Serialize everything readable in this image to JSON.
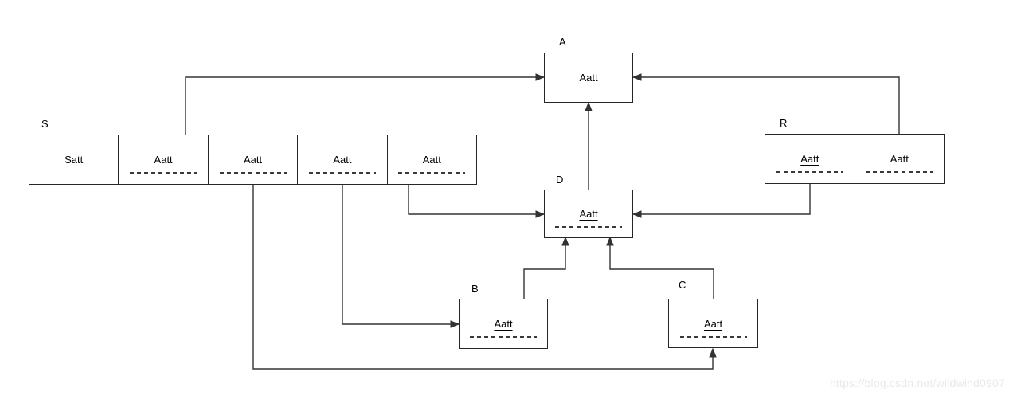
{
  "colors": {
    "stroke": "#333333",
    "box_border": "#262626",
    "text": "#000000",
    "watermark": "#e9e9ed"
  },
  "watermark": "https://blog.csdn.net/wildwind0907",
  "entities": {
    "S": {
      "label": "S",
      "cells": [
        {
          "text": "Satt",
          "underlined": false,
          "dashed": false
        },
        {
          "text": "Aatt",
          "underlined": false,
          "dashed": true
        },
        {
          "text": "Aatt",
          "underlined": true,
          "dashed": true
        },
        {
          "text": "Aatt",
          "underlined": true,
          "dashed": true
        },
        {
          "text": "Aatt",
          "underlined": true,
          "dashed": true
        }
      ]
    },
    "R": {
      "label": "R",
      "cells": [
        {
          "text": "Aatt",
          "underlined": true,
          "dashed": true
        },
        {
          "text": "Aatt",
          "underlined": false,
          "dashed": true
        }
      ]
    },
    "A": {
      "label": "A",
      "cells": [
        {
          "text": "Aatt",
          "underlined": true,
          "dashed": false
        }
      ]
    },
    "D": {
      "label": "D",
      "cells": [
        {
          "text": "Aatt",
          "underlined": true,
          "dashed": true
        }
      ]
    },
    "B": {
      "label": "B",
      "cells": [
        {
          "text": "Aatt",
          "underlined": true,
          "dashed": true
        }
      ]
    },
    "C": {
      "label": "C",
      "cells": [
        {
          "text": "Aatt",
          "underlined": true,
          "dashed": true
        }
      ]
    }
  },
  "connections": [
    {
      "from": "S",
      "to": "A"
    },
    {
      "from": "R",
      "to": "A"
    },
    {
      "from": "D",
      "to": "A"
    },
    {
      "from": "S",
      "to": "D"
    },
    {
      "from": "R",
      "to": "D"
    },
    {
      "from": "B",
      "to": "D"
    },
    {
      "from": "C",
      "to": "D"
    },
    {
      "from": "S",
      "to": "B"
    },
    {
      "from": "S",
      "to": "C"
    }
  ]
}
